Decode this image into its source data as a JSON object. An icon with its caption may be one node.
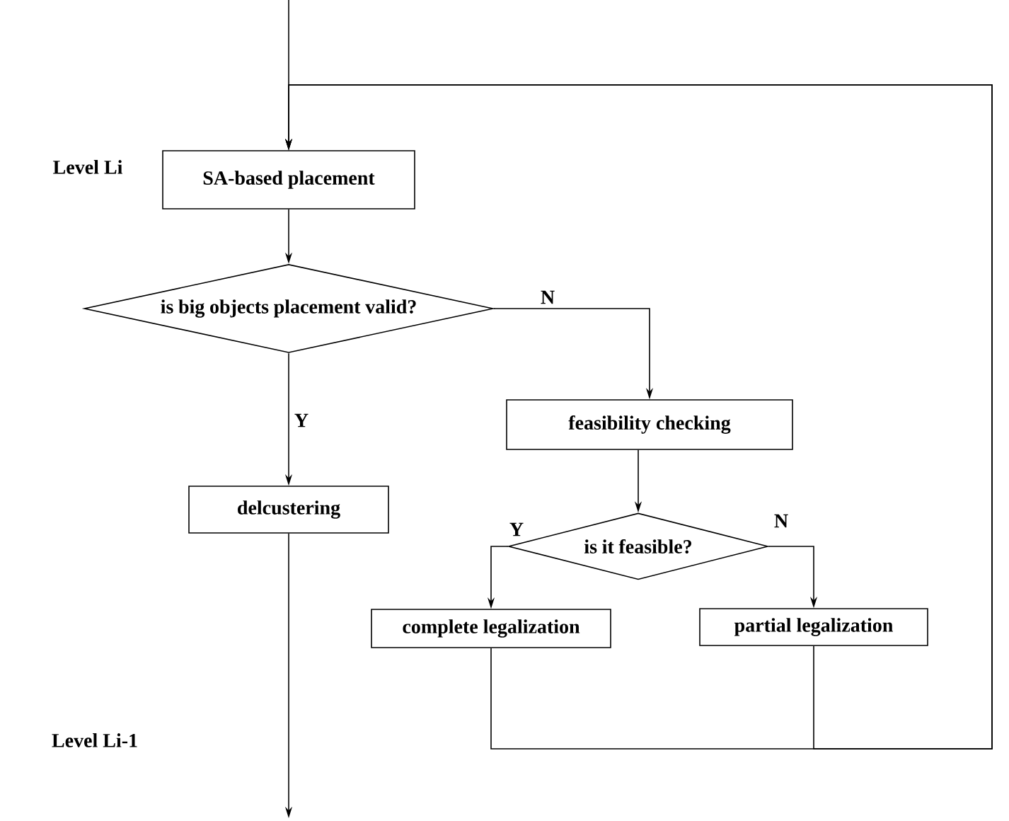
{
  "diagram": {
    "nodes": [
      {
        "text": [
          "SA-based placement"
        ]
      },
      {
        "text": [
          "is big objects placement valid?"
        ]
      },
      {
        "text": [
          "feasibility checking"
        ]
      },
      {
        "text": [
          "delcustering"
        ]
      },
      {
        "text": [
          "is it feasible?"
        ]
      },
      {
        "text": [
          "complete legalization"
        ]
      },
      {
        "text": [
          "partial legalization"
        ]
      }
    ],
    "edges": [
      {
        "from": null,
        "to": 0,
        "arrow": "to"
      },
      {
        "from": 0,
        "to": 1,
        "arrow": "to"
      },
      {
        "from": 1,
        "to": 2,
        "arrow": "to",
        "label": "N"
      },
      {
        "from": 1,
        "to": 3,
        "arrow": "to",
        "label": "Y"
      },
      {
        "from": 2,
        "to": 4,
        "arrow": "to"
      },
      {
        "from": 4,
        "to": 5,
        "arrow": "to",
        "label": "Y"
      },
      {
        "from": 4,
        "to": 6,
        "arrow": "to",
        "label": "N"
      },
      {
        "from": 3,
        "to": null,
        "arrow": "to"
      },
      {
        "from": 5,
        "to": 0,
        "arrow": "to"
      },
      {
        "from": 6,
        "to": 0,
        "arrow": "to"
      }
    ],
    "labels": [
      "Level Li",
      "Level Li-1"
    ]
  }
}
